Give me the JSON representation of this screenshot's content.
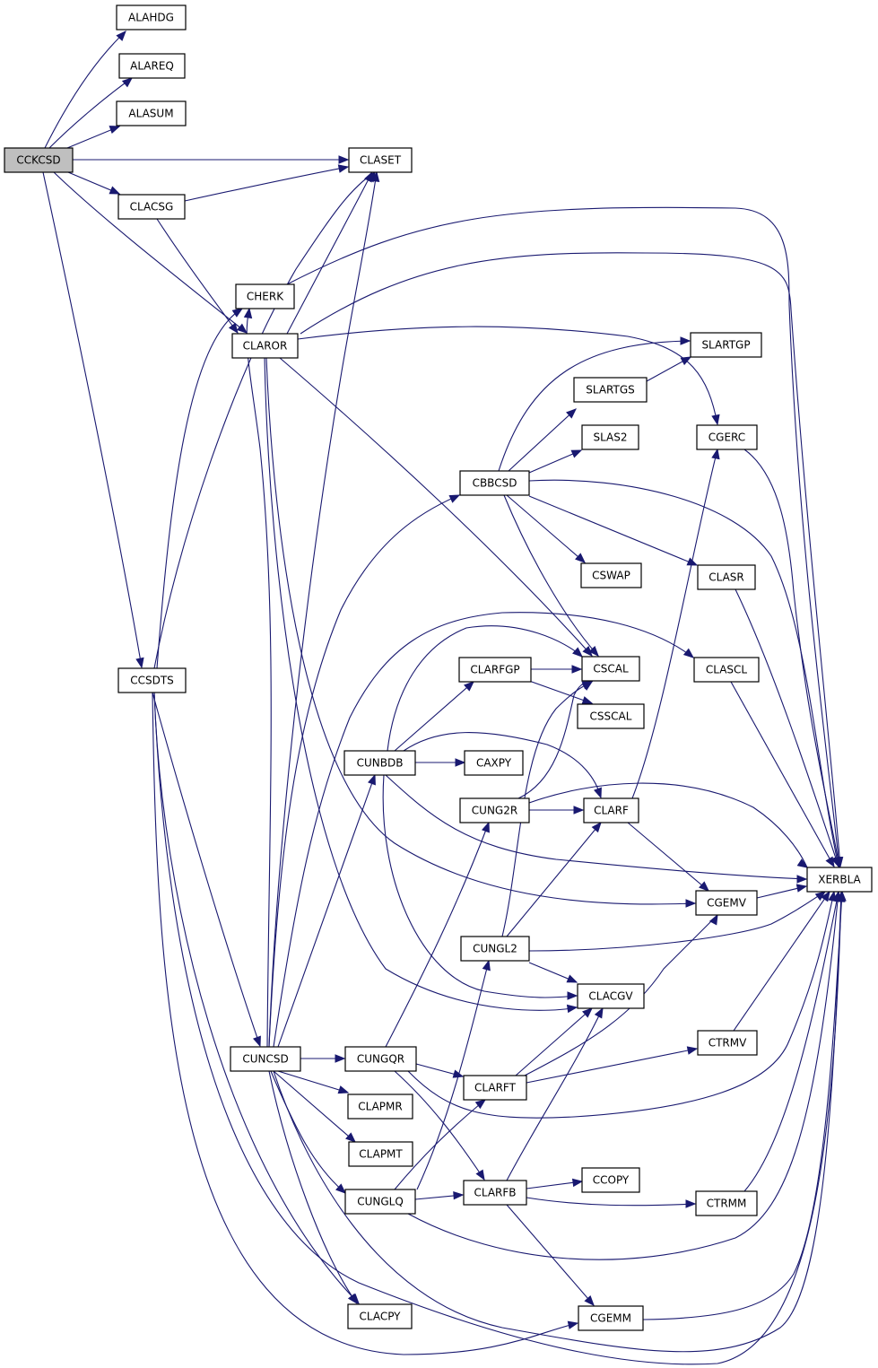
{
  "graph": {
    "root": "CCKCSD",
    "nodes": {
      "CCKCSD": "CCKCSD",
      "ALAHDG": "ALAHDG",
      "ALAREQ": "ALAREQ",
      "ALASUM": "ALASUM",
      "CLASET": "CLASET",
      "CLACSG": "CLACSG",
      "CHERK": "CHERK",
      "CLAROR": "CLAROR",
      "SLARTGP": "SLARTGP",
      "SLARTGS": "SLARTGS",
      "SLAS2": "SLAS2",
      "CGERC": "CGERC",
      "CBBCSD": "CBBCSD",
      "CSWAP": "CSWAP",
      "CLASR": "CLASR",
      "CCSDTS": "CCSDTS",
      "CLARFGP": "CLARFGP",
      "CSCAL": "CSCAL",
      "CLASCL": "CLASCL",
      "CSSCAL": "CSSCAL",
      "CUNBDB": "CUNBDB",
      "CAXPY": "CAXPY",
      "CUNG2R": "CUNG2R",
      "CLARF": "CLARF",
      "XERBLA": "XERBLA",
      "CGEMV": "CGEMV",
      "CUNGL2": "CUNGL2",
      "CLACGV": "CLACGV",
      "CTRMV": "CTRMV",
      "CUNCSD": "CUNCSD",
      "CUNGQR": "CUNGQR",
      "CLARFT": "CLARFT",
      "CLAPMR": "CLAPMR",
      "CLAPMT": "CLAPMT",
      "CUNGLQ": "CUNGLQ",
      "CLARFB": "CLARFB",
      "CCOPY": "CCOPY",
      "CTRMM": "CTRMM",
      "CLACPY": "CLACPY",
      "CGEMM": "CGEMM"
    },
    "edges": [
      [
        "CCKCSD",
        "ALAHDG"
      ],
      [
        "CCKCSD",
        "ALAREQ"
      ],
      [
        "CCKCSD",
        "ALASUM"
      ],
      [
        "CCKCSD",
        "CLASET"
      ],
      [
        "CCKCSD",
        "CLACSG"
      ],
      [
        "CCKCSD",
        "CLAROR"
      ],
      [
        "CCKCSD",
        "CCSDTS"
      ],
      [
        "CLACSG",
        "CLASET"
      ],
      [
        "CLACSG",
        "CLAROR"
      ],
      [
        "CHERK",
        "XERBLA"
      ],
      [
        "CLAROR",
        "CLASET"
      ],
      [
        "CLAROR",
        "XERBLA"
      ],
      [
        "CLAROR",
        "CGERC"
      ],
      [
        "CLAROR",
        "CSCAL"
      ],
      [
        "CLAROR",
        "CGEMV"
      ],
      [
        "CLAROR",
        "CLACGV"
      ],
      [
        "SLARTGS",
        "SLARTGP"
      ],
      [
        "CGERC",
        "XERBLA"
      ],
      [
        "CBBCSD",
        "SLARTGP"
      ],
      [
        "CBBCSD",
        "SLARTGS"
      ],
      [
        "CBBCSD",
        "SLAS2"
      ],
      [
        "CBBCSD",
        "XERBLA"
      ],
      [
        "CBBCSD",
        "CSWAP"
      ],
      [
        "CBBCSD",
        "CLASR"
      ],
      [
        "CBBCSD",
        "CSCAL"
      ],
      [
        "CLASR",
        "XERBLA"
      ],
      [
        "CCSDTS",
        "CLASET"
      ],
      [
        "CCSDTS",
        "CHERK"
      ],
      [
        "CCSDTS",
        "CUNCSD"
      ],
      [
        "CCSDTS",
        "CLACPY"
      ],
      [
        "CCSDTS",
        "CGEMM"
      ],
      [
        "CCSDTS",
        "XERBLA"
      ],
      [
        "CLARFGP",
        "CSCAL"
      ],
      [
        "CLARFGP",
        "CSSCAL"
      ],
      [
        "CLASCL",
        "XERBLA"
      ],
      [
        "CUNBDB",
        "CLARFGP"
      ],
      [
        "CUNBDB",
        "CSCAL"
      ],
      [
        "CUNBDB",
        "CLARF"
      ],
      [
        "CUNBDB",
        "CAXPY"
      ],
      [
        "CUNBDB",
        "XERBLA"
      ],
      [
        "CUNBDB",
        "CLACGV"
      ],
      [
        "CUNG2R",
        "CSCAL"
      ],
      [
        "CUNG2R",
        "CLARF"
      ],
      [
        "CUNG2R",
        "XERBLA"
      ],
      [
        "CLARF",
        "CGERC"
      ],
      [
        "CLARF",
        "CGEMV"
      ],
      [
        "CGEMV",
        "XERBLA"
      ],
      [
        "CUNGL2",
        "CSCAL"
      ],
      [
        "CUNGL2",
        "CLARF"
      ],
      [
        "CUNGL2",
        "XERBLA"
      ],
      [
        "CUNGL2",
        "CLACGV"
      ],
      [
        "CTRMV",
        "XERBLA"
      ],
      [
        "CUNCSD",
        "CLASET"
      ],
      [
        "CUNCSD",
        "CHERK"
      ],
      [
        "CUNCSD",
        "CBBCSD"
      ],
      [
        "CUNCSD",
        "CLASCL"
      ],
      [
        "CUNCSD",
        "CUNBDB"
      ],
      [
        "CUNCSD",
        "CUNGQR"
      ],
      [
        "CUNCSD",
        "CLAPMR"
      ],
      [
        "CUNCSD",
        "CLAPMT"
      ],
      [
        "CUNCSD",
        "CUNGLQ"
      ],
      [
        "CUNCSD",
        "CLACPY"
      ],
      [
        "CUNCSD",
        "XERBLA"
      ],
      [
        "CUNGQR",
        "CUNG2R"
      ],
      [
        "CUNGQR",
        "CLARFT"
      ],
      [
        "CUNGQR",
        "CLARFB"
      ],
      [
        "CUNGQR",
        "XERBLA"
      ],
      [
        "CLARFT",
        "CLACGV"
      ],
      [
        "CLARFT",
        "CGEMV"
      ],
      [
        "CLARFT",
        "CTRMV"
      ],
      [
        "CUNGLQ",
        "CUNGL2"
      ],
      [
        "CUNGLQ",
        "CLARFT"
      ],
      [
        "CUNGLQ",
        "CLARFB"
      ],
      [
        "CUNGLQ",
        "XERBLA"
      ],
      [
        "CLARFB",
        "CLACGV"
      ],
      [
        "CLARFB",
        "CCOPY"
      ],
      [
        "CLARFB",
        "CTRMM"
      ],
      [
        "CLARFB",
        "CGEMM"
      ],
      [
        "CTRMM",
        "XERBLA"
      ],
      [
        "CGEMM",
        "XERBLA"
      ]
    ]
  }
}
